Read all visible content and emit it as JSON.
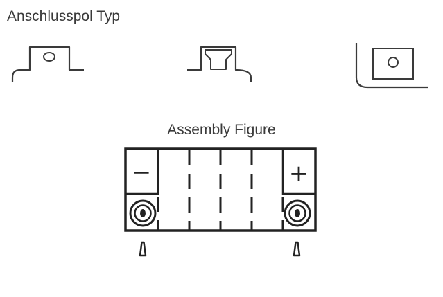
{
  "heading": "Anschlusspol Typ",
  "assembly_heading": "Assembly Figure",
  "terminal_types": [
    {
      "name": "flag-terminal-icon"
    },
    {
      "name": "box-terminal-icon"
    },
    {
      "name": "side-mount-terminal-icon"
    }
  ],
  "assembly": {
    "negative_symbol": "−",
    "positive_symbol": "+",
    "cell_count": 6
  },
  "colors": {
    "text": "#3a3a3a",
    "stroke": "#222222"
  }
}
